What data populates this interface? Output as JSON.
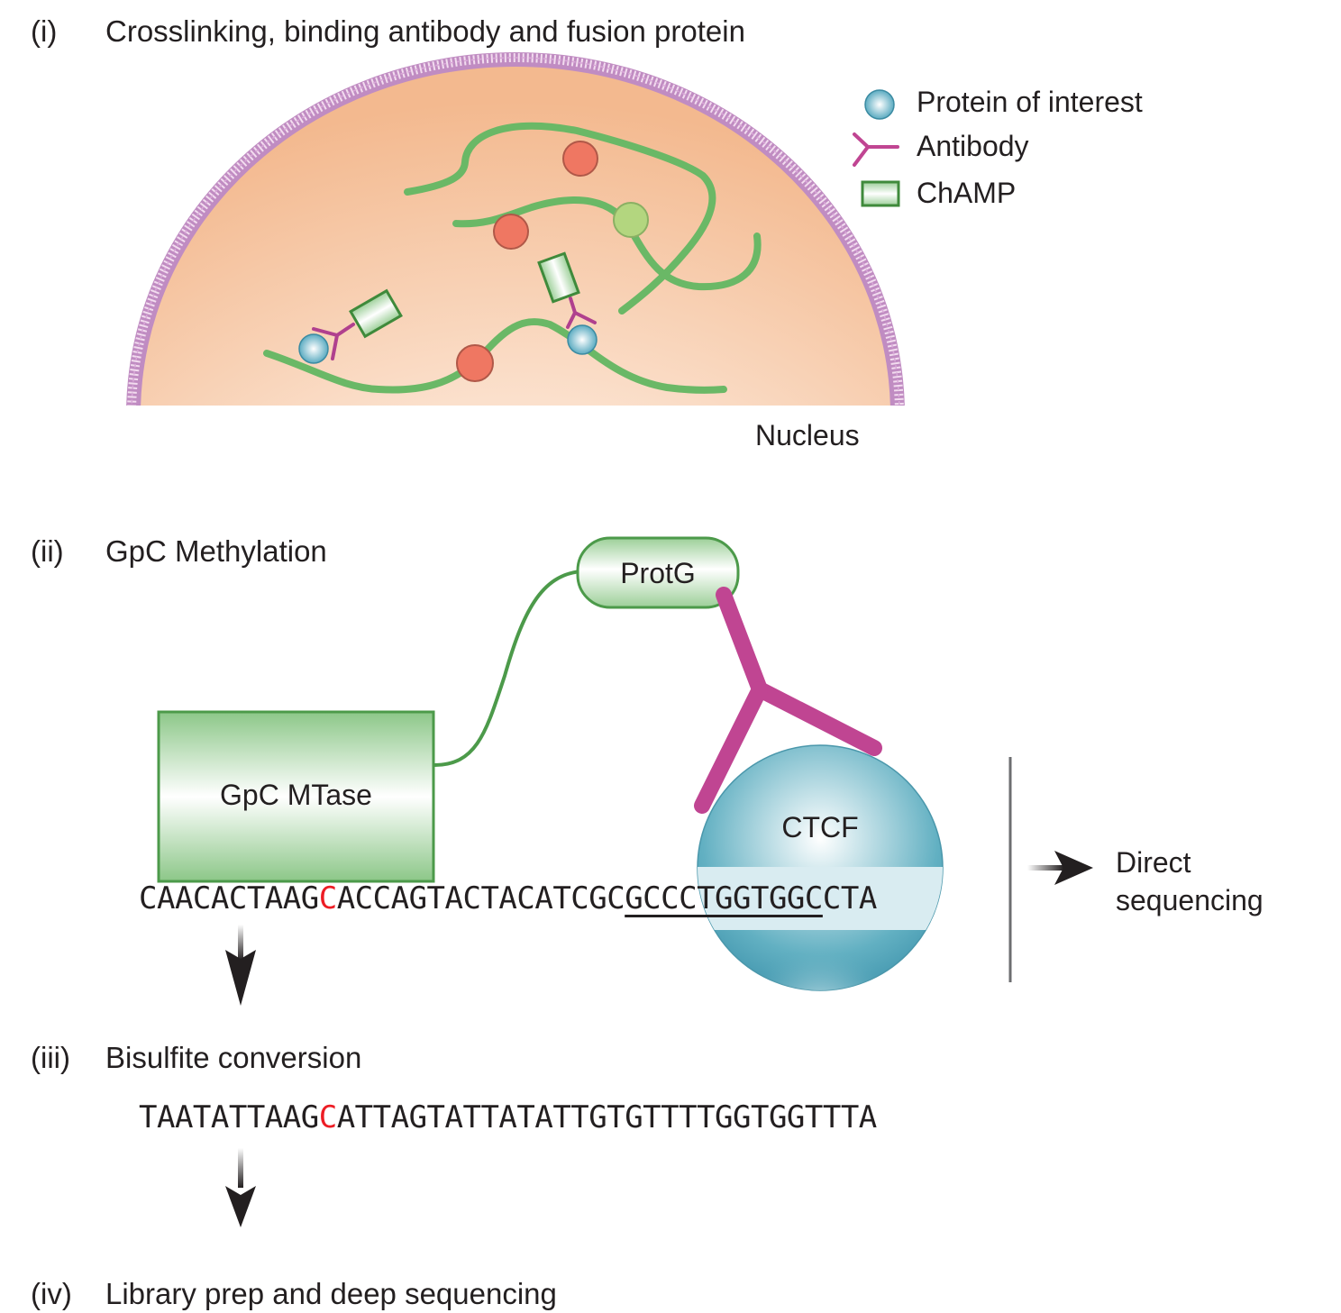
{
  "steps": [
    {
      "number": "(i)",
      "title": "Crosslinking, binding antibody and fusion protein"
    },
    {
      "number": "(ii)",
      "title": "GpC Methylation"
    },
    {
      "number": "(iii)",
      "title": "Bisulfite conversion"
    },
    {
      "number": "(iv)",
      "title": "Library prep and deep sequencing"
    }
  ],
  "legend": {
    "items": [
      {
        "icon": "protein-of-interest-icon",
        "label": "Protein of interest"
      },
      {
        "icon": "antibody-icon",
        "label": "Antibody"
      },
      {
        "icon": "champ-icon",
        "label": "ChAMP"
      }
    ]
  },
  "nucleus": {
    "label": "Nucleus"
  },
  "methylation": {
    "mtase_label": "GpC MTase",
    "protg_label": "ProtG",
    "ctcf_label": "CTCF",
    "direct_seq_label_line1": "Direct",
    "direct_seq_label_line2": "sequencing",
    "sequence": {
      "prefix": "CAACACTAAG",
      "highlight": "C",
      "middle": "ACCAGTACTACATCGC",
      "underlined": "GCCCTGGTGGC",
      "suffix": "CTA"
    }
  },
  "bisulfite": {
    "sequence": {
      "prefix": "TAATATTAAG",
      "highlight": "C",
      "suffix": "ATTAGTATTATATTGTGTTTTGGTGGTTTA"
    }
  },
  "colors": {
    "methylated_c": "#ed1c24",
    "champ_green": "#4c9a4a",
    "dna_green": "#6ab866",
    "antibody_magenta": "#c04592",
    "protein_blue": "#5aaabd",
    "membrane_purple": "#c08cc2",
    "nucleus_orange": "#f5c19b",
    "other_protein_red": "#ef7762",
    "other_protein_lightgreen": "#b3d67f"
  }
}
